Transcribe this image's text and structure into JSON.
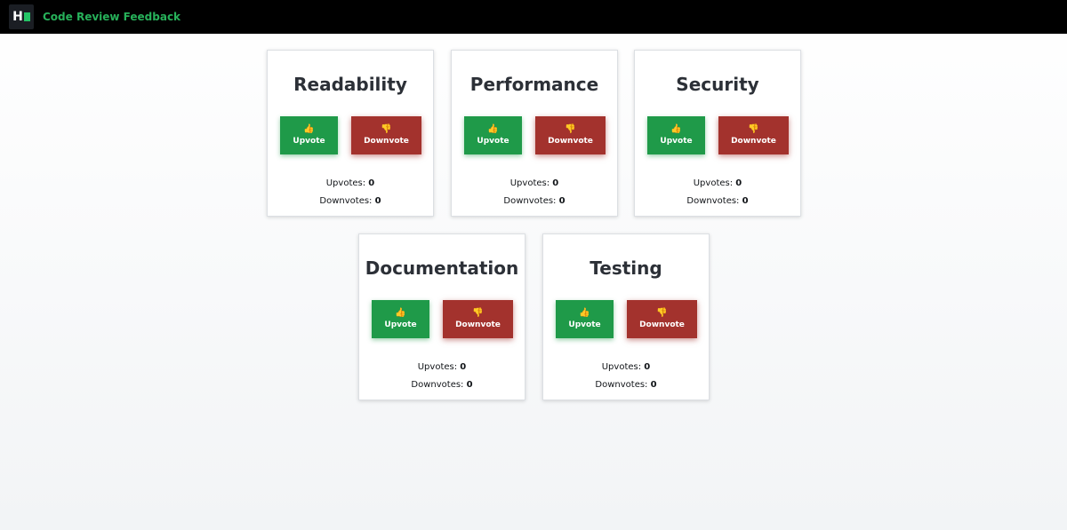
{
  "app": {
    "logo_letter": "H",
    "title": "Code Review Feedback"
  },
  "vote_labels": {
    "up": "Upvote",
    "down": "Downvote",
    "up_icon": "👍",
    "down_icon": "👎",
    "upvotes_label": "Upvotes: ",
    "downvotes_label": "Downvotes: "
  },
  "cards": [
    {
      "title": "Readability",
      "upvotes": "0",
      "downvotes": "0"
    },
    {
      "title": "Performance",
      "upvotes": "0",
      "downvotes": "0"
    },
    {
      "title": "Security",
      "upvotes": "0",
      "downvotes": "0"
    },
    {
      "title": "Documentation",
      "upvotes": "0",
      "downvotes": "0"
    },
    {
      "title": "Testing",
      "upvotes": "0",
      "downvotes": "0"
    }
  ],
  "colors": {
    "upvote": "#1f9a49",
    "downvote": "#a3322d",
    "brand": "#27b15a",
    "topbar": "#000000"
  },
  "icons": {
    "logo": "hackerrank-logo-icon",
    "up": "thumbs-up-icon",
    "down": "thumbs-down-icon"
  }
}
